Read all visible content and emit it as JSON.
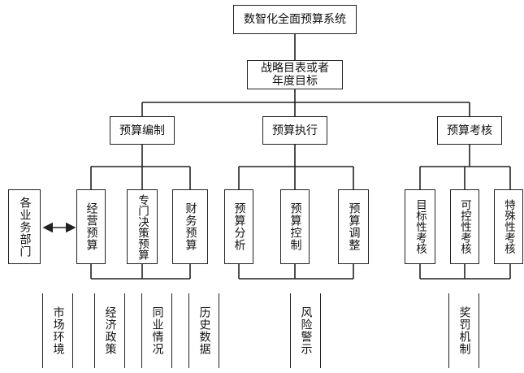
{
  "root": "数智化全面预算系统",
  "goal": "战略目表或者\n年度目标",
  "columns": [
    {
      "title": "预算编制",
      "items": [
        "经营预算",
        "专门决策预算",
        "财务预算"
      ],
      "inputs": [
        "市场环境",
        "经济政策",
        "同业情况",
        "历史数据"
      ]
    },
    {
      "title": "预算执行",
      "items": [
        "预算分析",
        "预算控制",
        "预算调整"
      ],
      "inputs": [
        "风险警示"
      ]
    },
    {
      "title": "预算考核",
      "items": [
        "目标性考核",
        "可控性考核",
        "特殊性考核"
      ],
      "inputs": [
        "奖罚机制"
      ]
    }
  ],
  "side_box": "各业务部门"
}
